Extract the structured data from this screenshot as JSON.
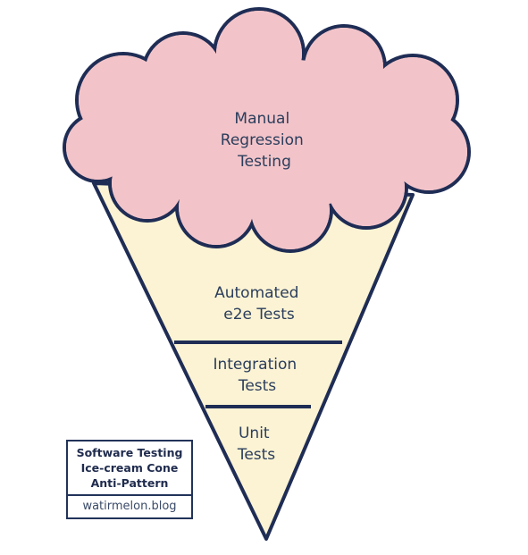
{
  "cloud": {
    "lines": [
      "Manual",
      "Regression",
      "Testing"
    ]
  },
  "layers": [
    {
      "lines": [
        "Automated",
        "e2e Tests"
      ]
    },
    {
      "lines": [
        "Integration",
        "Tests"
      ]
    },
    {
      "lines": [
        "Unit",
        "Tests"
      ]
    }
  ],
  "caption": {
    "title_lines": [
      "Software Testing",
      "Ice-cream Cone",
      "Anti-Pattern"
    ],
    "site": "watirmelon.blog"
  },
  "colors": {
    "cone_fill": "#fbf3d3",
    "cloud_fill": "#f2c4c9",
    "stroke": "#1f2d55",
    "text": "#2b3d5c"
  }
}
